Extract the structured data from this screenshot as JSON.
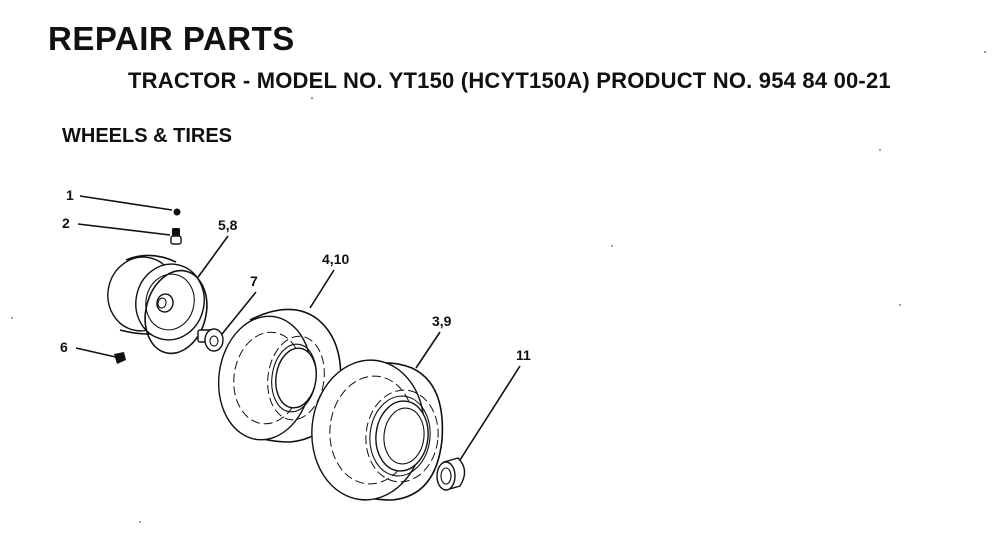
{
  "header": {
    "title": "REPAIR PARTS",
    "subtitle": "TRACTOR - MODEL NO. YT150 (HCYT150A) PRODUCT NO. 954 84 00-21"
  },
  "section": {
    "title": "WHEELS & TIRES"
  },
  "callouts": {
    "c1": "1",
    "c2": "2",
    "c58": "5,8",
    "c7": "7",
    "c410": "4,10",
    "c39": "3,9",
    "c11": "11",
    "c6": "6"
  }
}
